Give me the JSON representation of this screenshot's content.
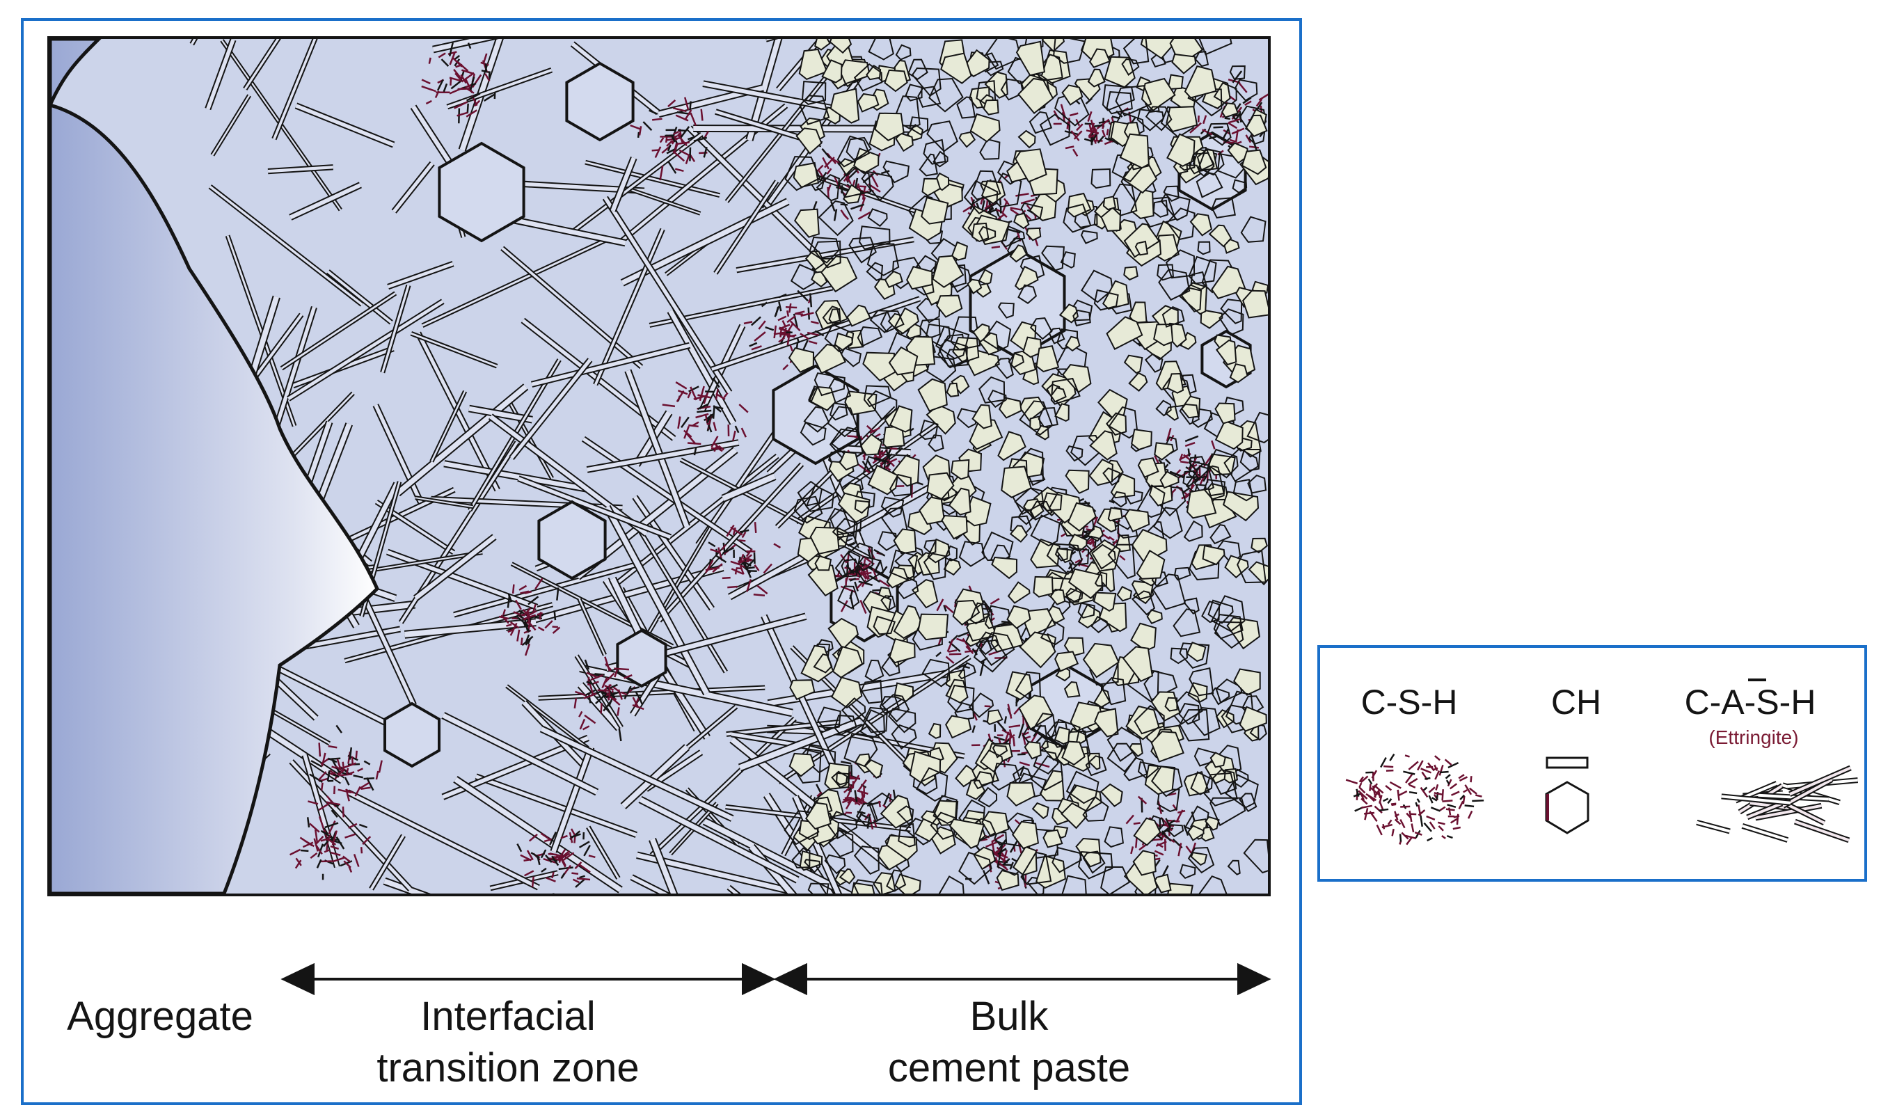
{
  "diagram": {
    "zones": {
      "aggregate": "Aggregate",
      "itz_line1": "Interfacial",
      "itz_line2": "transition zone",
      "bulk_line1": "Bulk",
      "bulk_line2": "cement paste"
    },
    "legend": {
      "csh": "C-S-H",
      "ch": "CH",
      "cash": "C-A-S-H",
      "cash_sub": "(Ettringite)"
    }
  },
  "colors": {
    "frame": "#1a6fc9",
    "paste": "#ccd4ea",
    "csh": "#6b1030",
    "outline": "#141414"
  }
}
